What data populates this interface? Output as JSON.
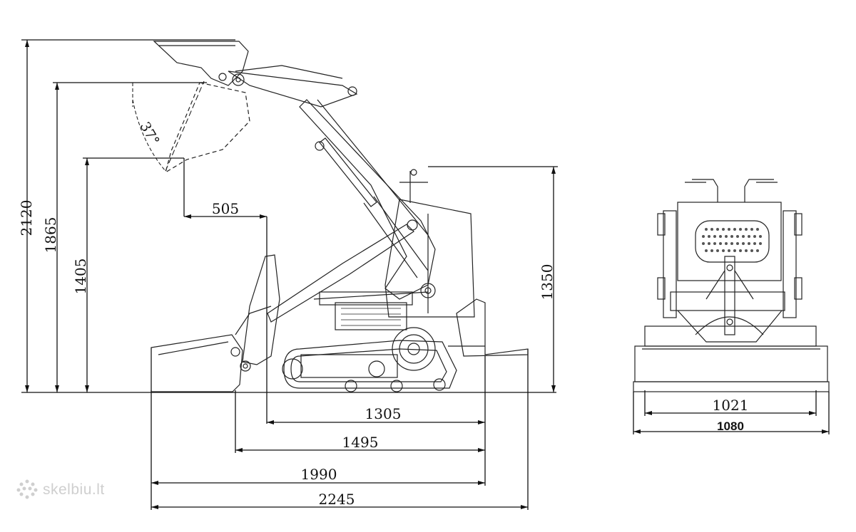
{
  "dimensions": {
    "max_height": "2120",
    "hinge_height": "1865",
    "dump_height": "1405",
    "reach": "505",
    "machine_height": "1350",
    "length_tracks": "1305",
    "length_to_pin": "1495",
    "length_bucket_down": "1990",
    "overall_length": "2245",
    "track_width": "1021",
    "overall_width": "1080"
  },
  "angle": {
    "dump_angle": "37°"
  },
  "watermark": {
    "brand": "skelbiu.lt",
    "logo_icon": "snowflake-dots-icon"
  }
}
